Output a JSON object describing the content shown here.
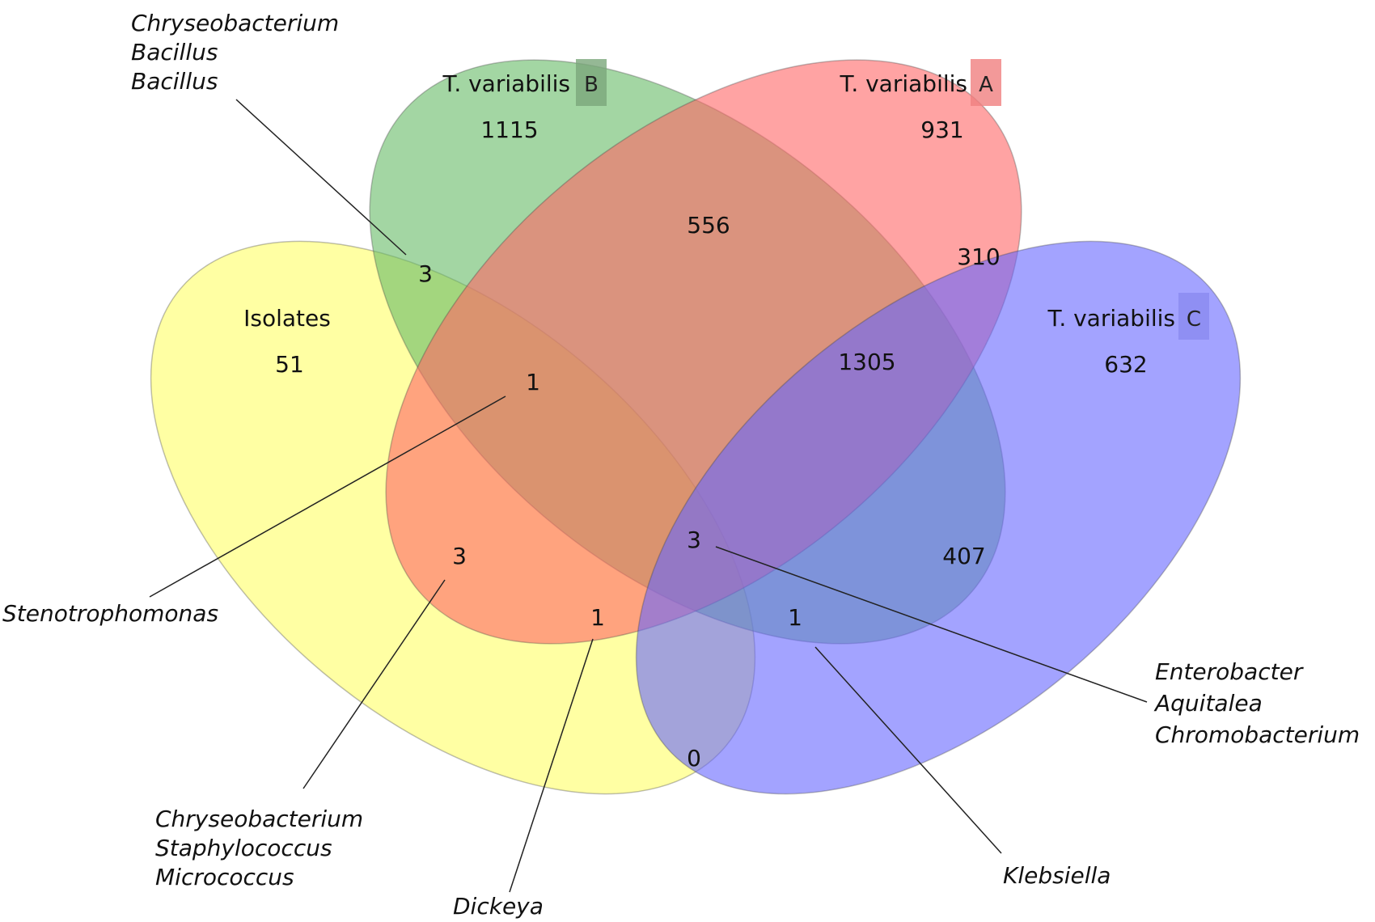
{
  "sets": [
    {
      "id": "isolates",
      "label": "Isolates",
      "suffix": "",
      "color": "#ffff66",
      "suffix_bg": ""
    },
    {
      "id": "tvb",
      "label": "T. variabilis",
      "suffix": "B",
      "color": "#66bb66",
      "suffix_bg": "#7aa67a"
    },
    {
      "id": "tva",
      "label": "T. variabilis",
      "suffix": "A",
      "color": "#ff6666",
      "suffix_bg": "#f08080"
    },
    {
      "id": "tvc",
      "label": "T. variabilis",
      "suffix": "C",
      "color": "#6666ff",
      "suffix_bg": "#8a8af0"
    }
  ],
  "regions": {
    "isolates_only": "51",
    "tvb_only": "1115",
    "tva_only": "931",
    "tvc_only": "632",
    "isolates_tvb": "3",
    "tvb_tva": "556",
    "tva_tvc": "310",
    "tvb_tva_tvc": "1305",
    "isolates_tvb_tva": "1",
    "isolates_tva": "3",
    "all_four": "3",
    "tva_tvc_only": "407",
    "isolates_tva_tvc": "1",
    "isolates_tvb_tvc": "1",
    "isolates_tvc": "0"
  },
  "annotations": {
    "top_left": [
      "Chryseobacterium",
      "Bacillus",
      "Bacillus"
    ],
    "left": [
      "Stenotrophomonas"
    ],
    "bottom_left": [
      "Chryseobacterium",
      "Staphylococcus",
      "Micrococcus"
    ],
    "bottom": [
      "Dickeya"
    ],
    "bottom_right": [
      "Klebsiella"
    ],
    "right": [
      "Enterobacter",
      "Aquitalea",
      "Chromobacterium"
    ]
  }
}
